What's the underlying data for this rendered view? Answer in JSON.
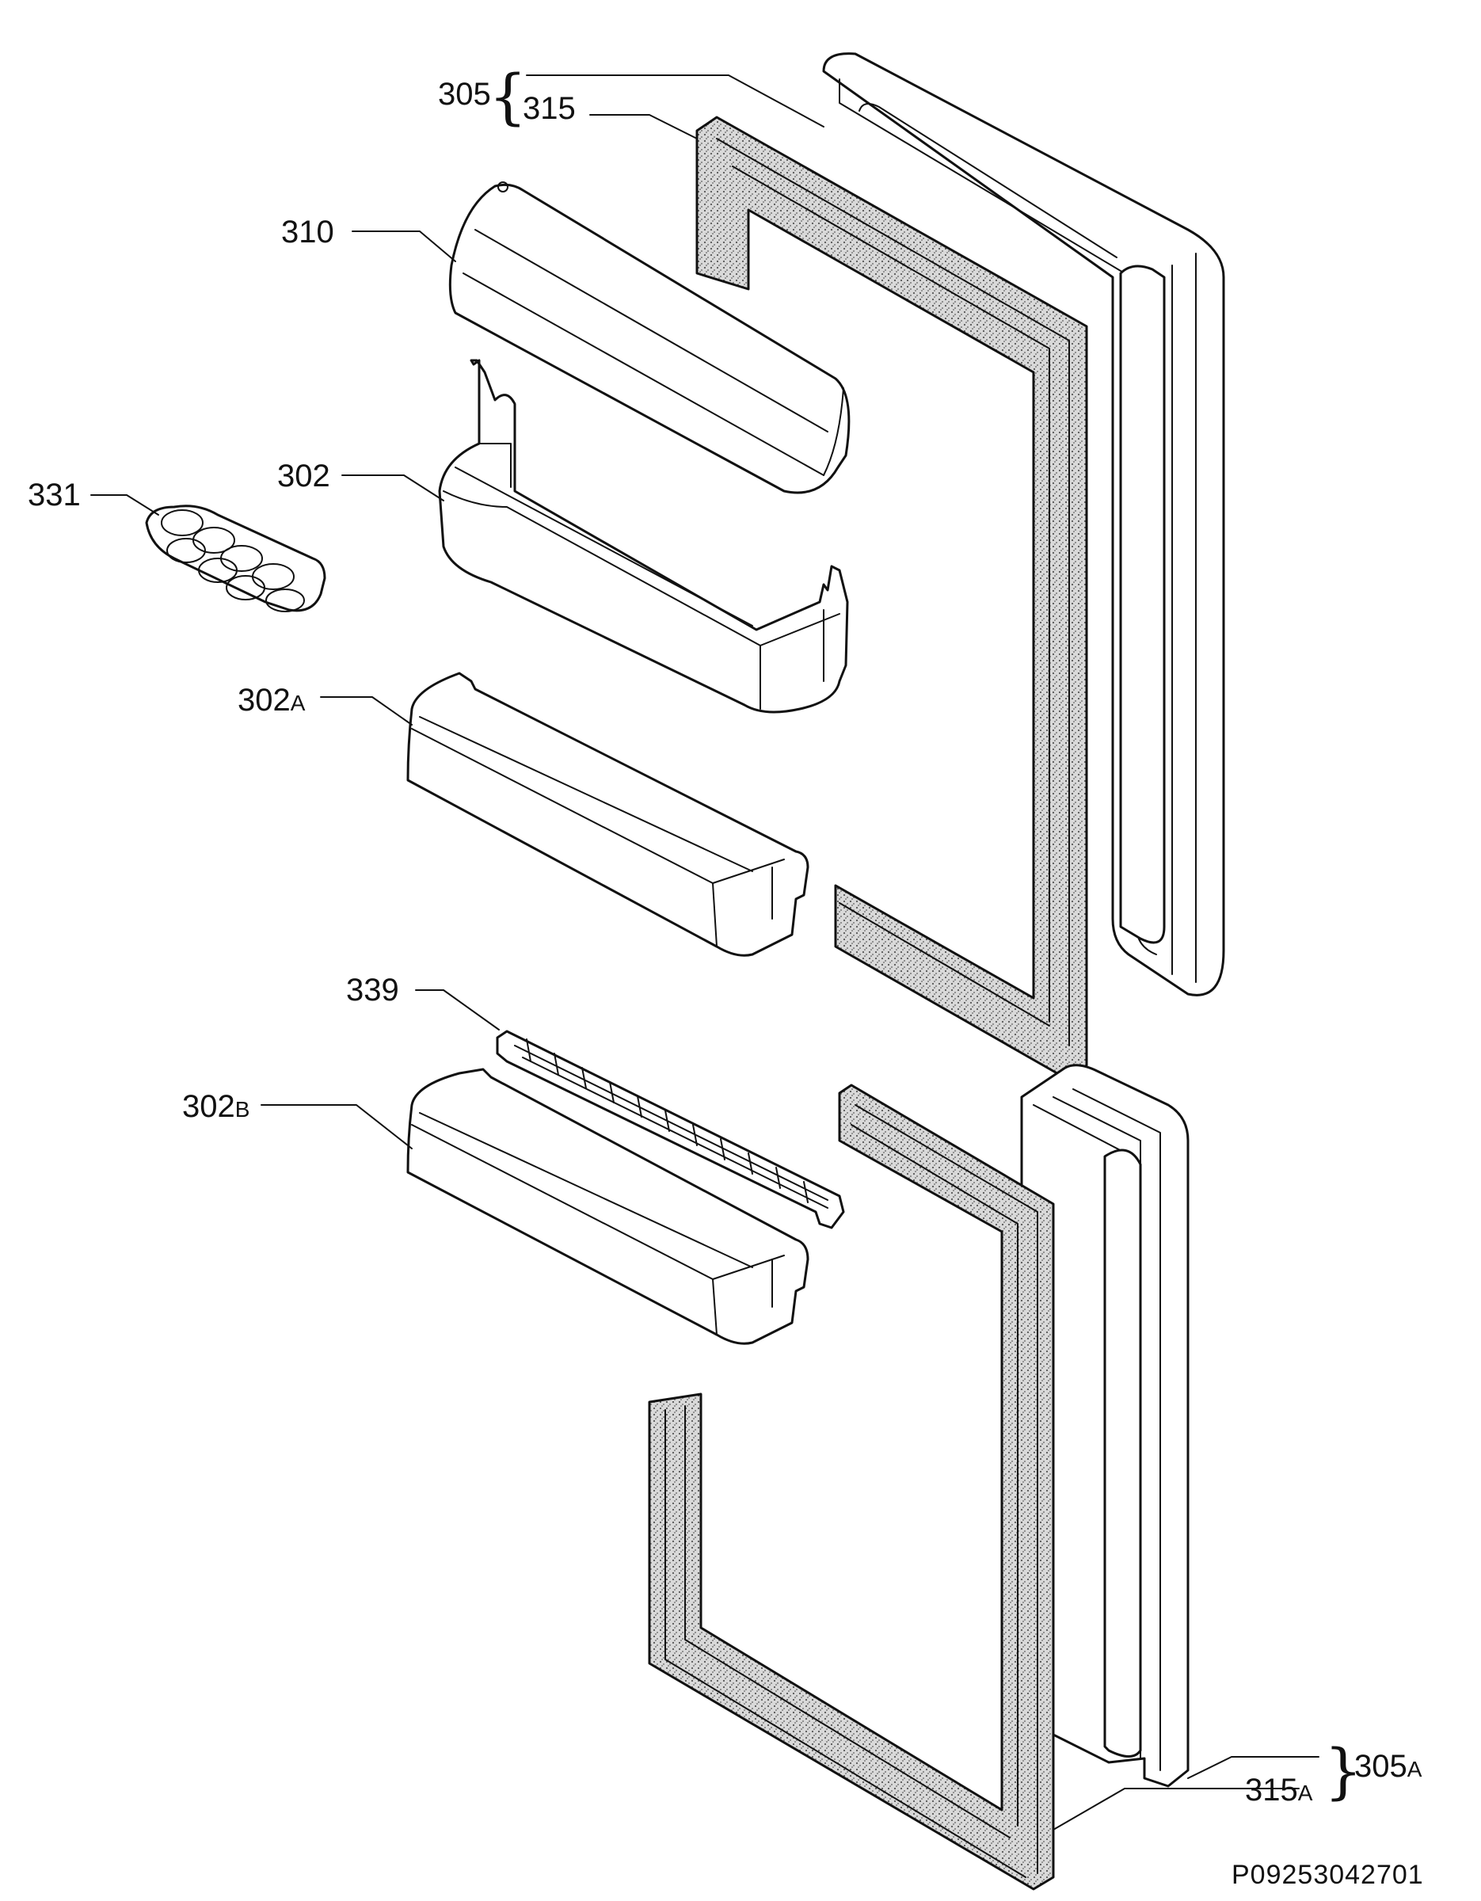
{
  "labels": {
    "l305": "305",
    "l315": "315",
    "l310": "310",
    "l302": "302",
    "l331": "331",
    "l302a_main": "302",
    "l302a_sub": "A",
    "l339": "339",
    "l302b_main": "302",
    "l302b_sub": "B",
    "l305a_main": "305",
    "l305a_sub": "A",
    "l315a_main": "315",
    "l315a_sub": "A"
  },
  "brace_open": "{",
  "brace_close": "}",
  "drawing_code": "P09253042701"
}
